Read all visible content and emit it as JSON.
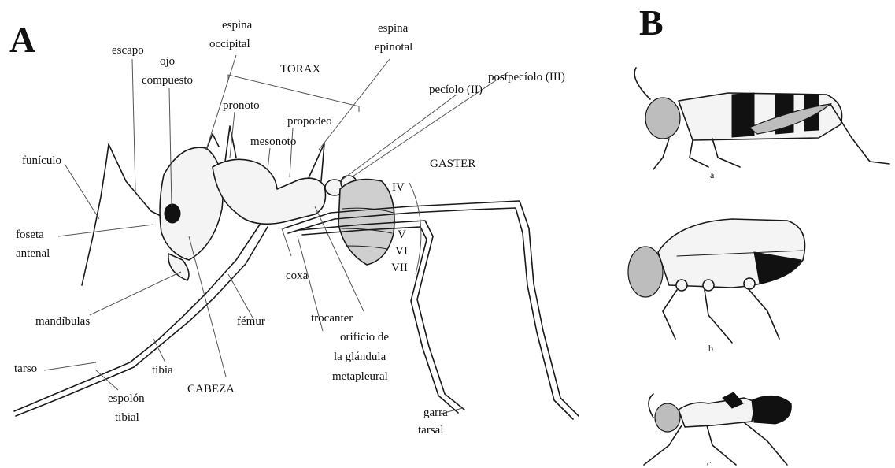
{
  "panel_a": {
    "letter": "A",
    "labels": {
      "escapo": "escapo",
      "ojo": [
        "ojo",
        "compuesto"
      ],
      "espina_occipital": [
        "espina",
        "occipital"
      ],
      "torax": "TORAX",
      "espina_epinotal": [
        "espina",
        "epinotal"
      ],
      "peciolo": "pecíolo (II)",
      "postpeciolo": "postpecíolo (III)",
      "pronoto": "pronoto",
      "mesonoto": "mesonoto",
      "propodeo": "propodeo",
      "funiculo": "funículo",
      "gaster": "GASTER",
      "iv": "IV",
      "v": "V",
      "vi": "VI",
      "vii": "VII",
      "foseta": [
        "foseta",
        "antenal"
      ],
      "coxa": "coxa",
      "mandibulas": "mandíbulas",
      "femur": "fémur",
      "trocanter": "trocanter",
      "orificio": [
        "orificio de",
        "la glándula",
        "metapleural"
      ],
      "tarso": "tarso",
      "tibia": "tibia",
      "cabeza": "CABEZA",
      "espolon": [
        "espolón",
        "tibial"
      ],
      "garra": [
        "garra",
        "tarsal"
      ]
    }
  },
  "panel_b": {
    "letter": "B",
    "sub_labels": [
      "a",
      "b",
      "c"
    ]
  }
}
